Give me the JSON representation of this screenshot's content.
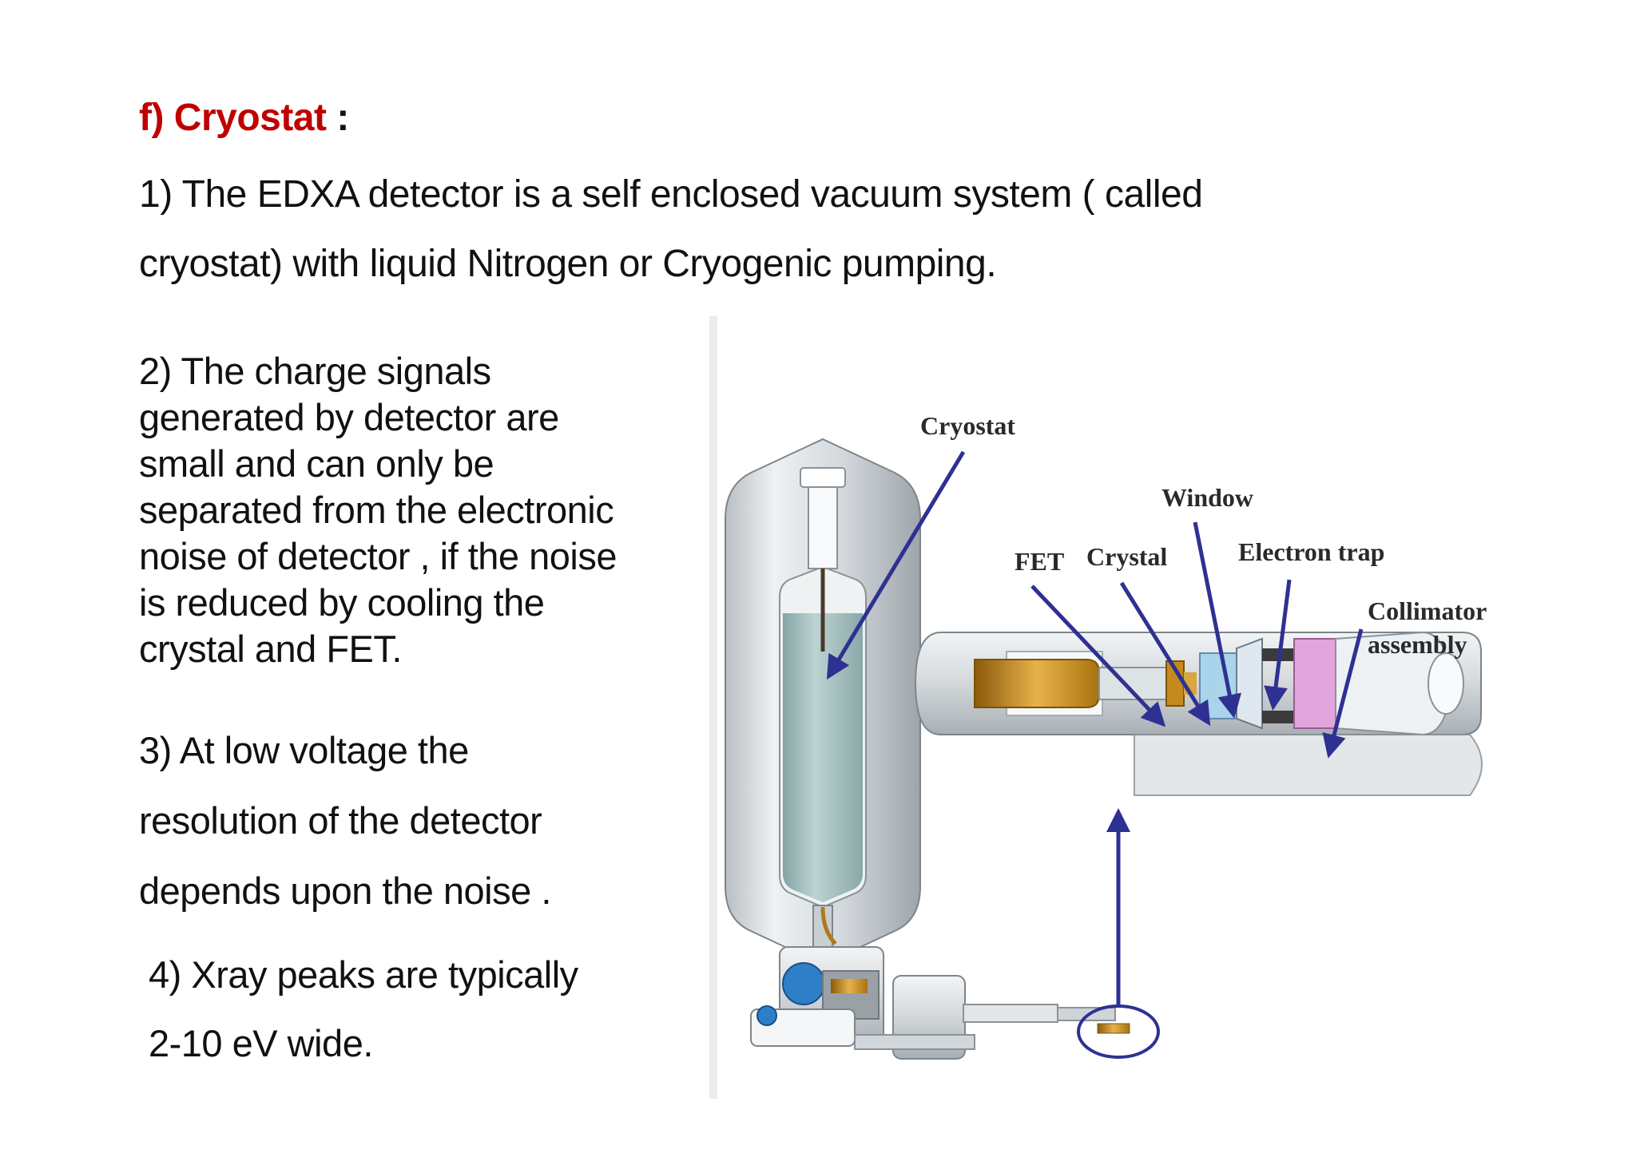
{
  "slide": {
    "heading": {
      "label": "f)  Cryostat",
      "colon": " :"
    },
    "points": [
      {
        "lines": [
          "1) The EDXA detector is a self enclosed vacuum system ( called",
          "cryostat)  with liquid Nitrogen or Cryogenic pumping."
        ]
      },
      {
        "lines": [
          "2) The charge signals",
          "generated by detector are",
          "small and can only be",
          "separated from the electronic",
          "noise of detector , if the noise",
          "is reduced by cooling the",
          "crystal and FET."
        ]
      },
      {
        "lines": [
          "3) At low voltage the",
          "resolution of the detector",
          "depends upon the noise ."
        ]
      },
      {
        "lines": [
          "4) Xray  peaks are typically",
          "2-10 eV wide."
        ]
      }
    ]
  },
  "diagram": {
    "labels": {
      "cryostat": "Cryostat",
      "window": "Window",
      "fet": "FET",
      "crystal": "Crystal",
      "electron_trap": "Electron trap",
      "collimator_line1": "Collimator",
      "collimator_line2": "assembly"
    },
    "colors": {
      "heading": "#c00000",
      "arrows": "#2e3192",
      "dewar_body": "#d9dde0",
      "liquid_nitrogen": "#9fbcbc",
      "fet_part": "#c48a1e",
      "crystal_part": "#a9d4ec",
      "collimator_part": "#e3a6dc"
    }
  }
}
